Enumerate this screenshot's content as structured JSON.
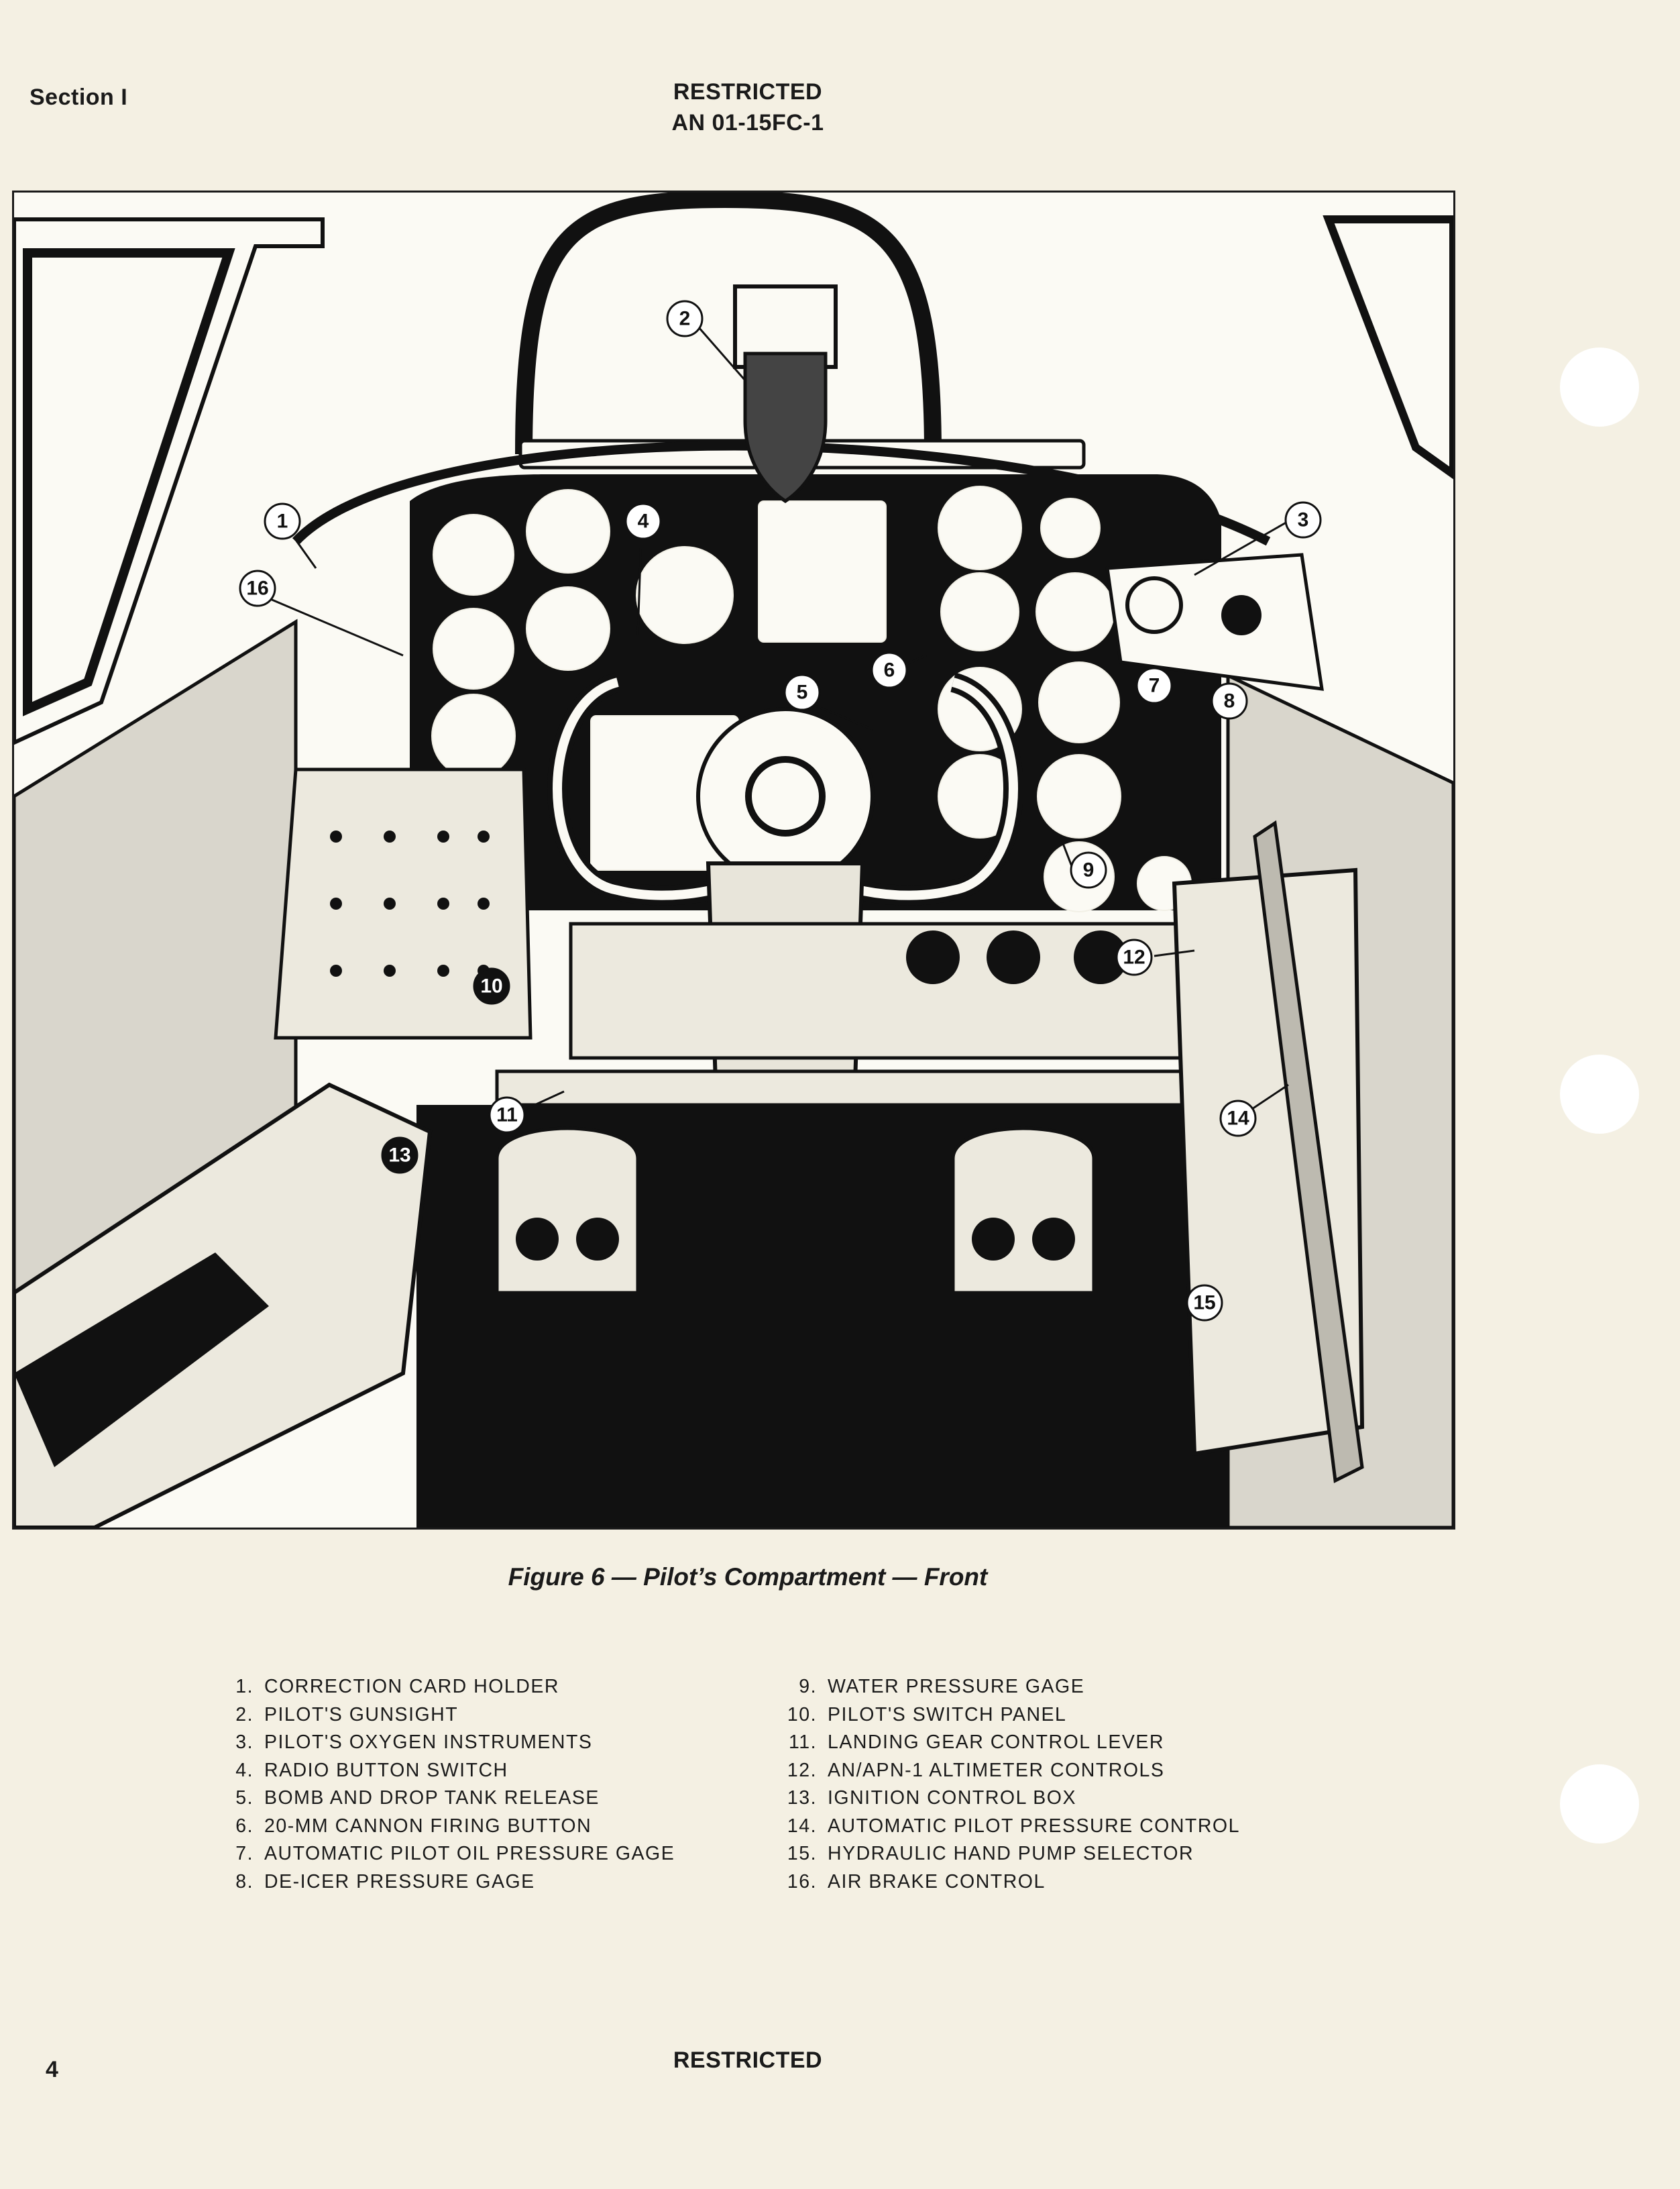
{
  "header": {
    "section": "Section I",
    "classification": "RESTRICTED",
    "document_number": "AN 01-15FC-1"
  },
  "figure": {
    "caption": "Figure 6 — Pilot’s Compartment — Front",
    "callouts": [
      "1",
      "2",
      "3",
      "4",
      "5",
      "6",
      "7",
      "8",
      "9",
      "10",
      "11",
      "12",
      "13",
      "14",
      "15",
      "16"
    ]
  },
  "legend": {
    "left": [
      {
        "num": "1.",
        "text": "CORRECTION CARD HOLDER"
      },
      {
        "num": "2.",
        "text": "PILOT'S GUNSIGHT"
      },
      {
        "num": "3.",
        "text": "PILOT'S OXYGEN INSTRUMENTS"
      },
      {
        "num": "4.",
        "text": "RADIO BUTTON SWITCH"
      },
      {
        "num": "5.",
        "text": "BOMB AND DROP TANK RELEASE"
      },
      {
        "num": "6.",
        "text": "20-MM CANNON FIRING BUTTON"
      },
      {
        "num": "7.",
        "text": "AUTOMATIC PILOT OIL PRESSURE GAGE"
      },
      {
        "num": "8.",
        "text": "DE-ICER PRESSURE GAGE"
      }
    ],
    "right": [
      {
        "num": "9.",
        "text": "WATER PRESSURE GAGE"
      },
      {
        "num": "10.",
        "text": "PILOT'S SWITCH PANEL"
      },
      {
        "num": "11.",
        "text": "LANDING GEAR CONTROL LEVER"
      },
      {
        "num": "12.",
        "text": "AN/APN-1 ALTIMETER CONTROLS"
      },
      {
        "num": "13.",
        "text": "IGNITION CONTROL BOX"
      },
      {
        "num": "14.",
        "text": "AUTOMATIC PILOT PRESSURE CONTROL"
      },
      {
        "num": "15.",
        "text": "HYDRAULIC HAND PUMP SELECTOR"
      },
      {
        "num": "16.",
        "text": "AIR BRAKE CONTROL"
      }
    ]
  },
  "footer": {
    "page_number": "4",
    "classification": "RESTRICTED"
  }
}
